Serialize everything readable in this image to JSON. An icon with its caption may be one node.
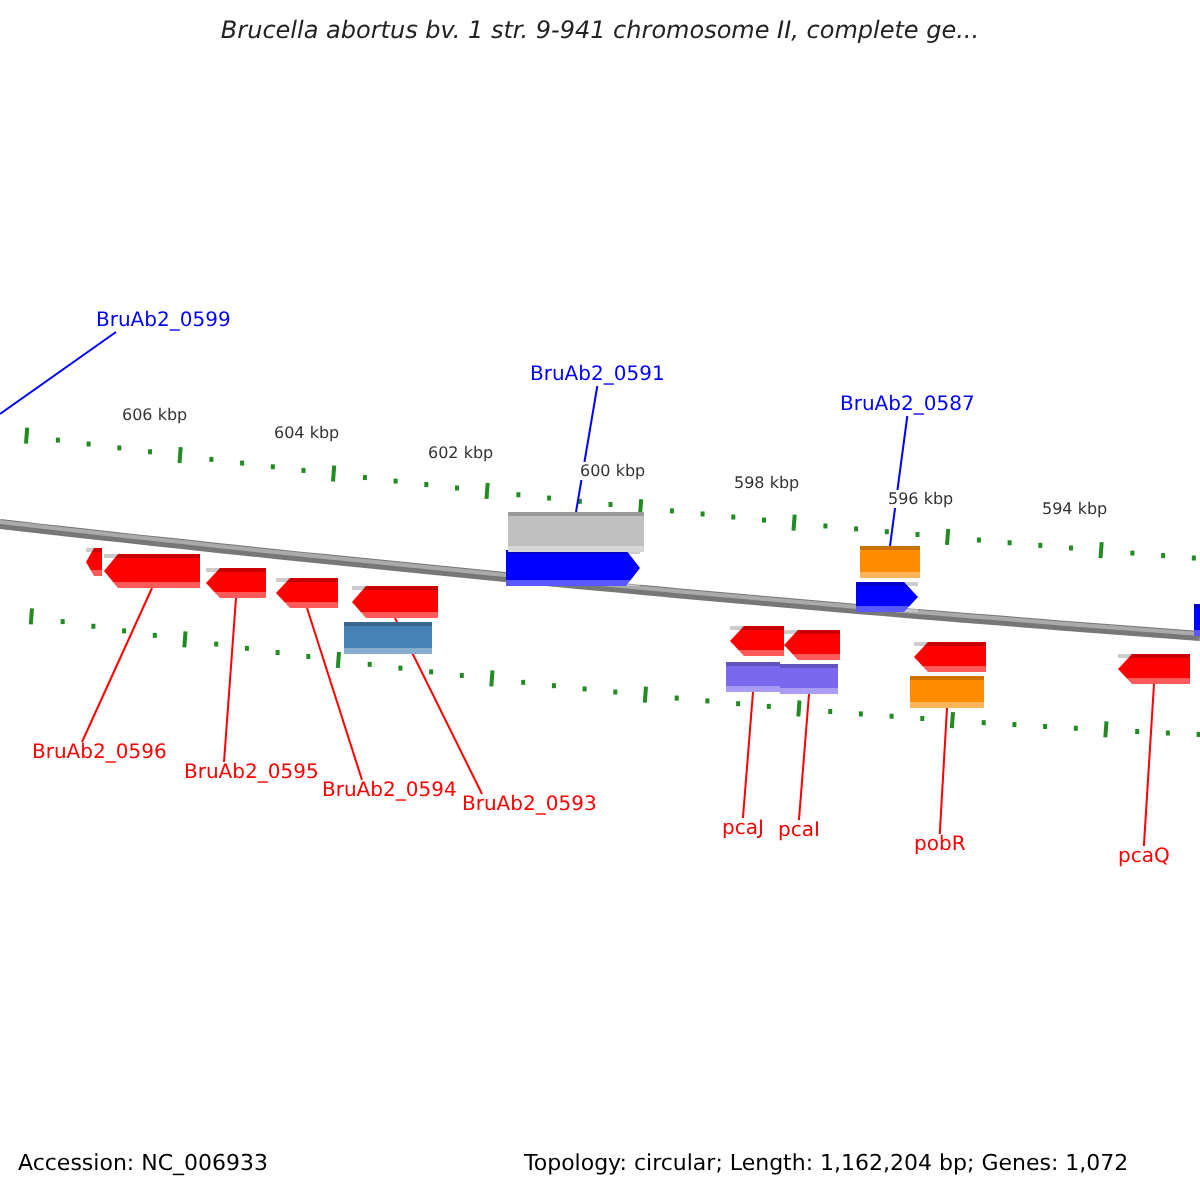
{
  "diagram": {
    "title": "Brucella abortus bv. 1 str. 9-941 chromosome II, complete ge...",
    "nodes": [
      {
        "text": [
          "BruAb2_0599"
        ]
      },
      {
        "text": [
          "BruAb2_0591"
        ]
      },
      {
        "text": [
          "BruAb2_0587"
        ]
      },
      {
        "text": [
          "BruAb2_0596"
        ]
      },
      {
        "text": [
          "BruAb2_0595"
        ]
      },
      {
        "text": [
          "BruAb2_0594"
        ]
      },
      {
        "text": [
          "BruAb2_0593"
        ]
      },
      {
        "text": [
          "pcaJ"
        ]
      },
      {
        "text": [
          "pcaI"
        ]
      },
      {
        "text": [
          "pobR"
        ]
      },
      {
        "text": [
          "pcaQ"
        ]
      },
      {
        "text": [],
        "shape": "arrow"
      },
      {
        "text": [],
        "shape": "arrow"
      },
      {
        "text": [],
        "shape": "arrow"
      },
      {
        "text": [],
        "shape": "arrow"
      },
      {
        "text": [],
        "shape": "bar"
      },
      {
        "text": [],
        "shape": "arrow"
      },
      {
        "text": [],
        "shape": "arrow"
      },
      {
        "text": [],
        "shape": "bar"
      },
      {
        "text": [],
        "shape": "bar"
      },
      {
        "text": [],
        "shape": "arrow"
      },
      {
        "text": [],
        "shape": "bar"
      },
      {
        "text": [],
        "shape": "arrow"
      },
      {
        "text": [],
        "shape": "arrow"
      },
      {
        "text": [],
        "shape": "bar"
      },
      {
        "text": [],
        "shape": "bar"
      },
      {
        "text": [],
        "shape": "arrow"
      },
      {
        "text": [],
        "shape": "arrow"
      },
      {
        "text": [],
        "shape": "bar"
      }
    ],
    "edges": [
      {
        "from": 0,
        "to": null,
        "arrow": "none",
        "color": "#0000ff"
      },
      {
        "from": 1,
        "to": 18,
        "arrow": "none",
        "color": "#0000ff"
      },
      {
        "from": 2,
        "to": 24,
        "arrow": "none",
        "color": "#0000ff"
      },
      {
        "from": 3,
        "to": 12,
        "arrow": "none"
      },
      {
        "from": 4,
        "to": 13,
        "arrow": "none"
      },
      {
        "from": 5,
        "to": 14,
        "arrow": "none"
      },
      {
        "from": 6,
        "to": 16,
        "arrow": "none"
      },
      {
        "from": 7,
        "to": 19,
        "arrow": "none"
      },
      {
        "from": 8,
        "to": 21,
        "arrow": "none"
      },
      {
        "from": 9,
        "to": 25,
        "arrow": "none"
      },
      {
        "from": 10,
        "to": 27,
        "arrow": "none"
      }
    ],
    "labels": [
      "606 kbp",
      "604 kbp",
      "602 kbp",
      "600 kbp",
      "598 kbp",
      "596 kbp",
      "594 kbp",
      "Accession: NC_006933",
      "Topology: circular; Length: 1,162,204 bp; Genes: 1,072"
    ]
  }
}
